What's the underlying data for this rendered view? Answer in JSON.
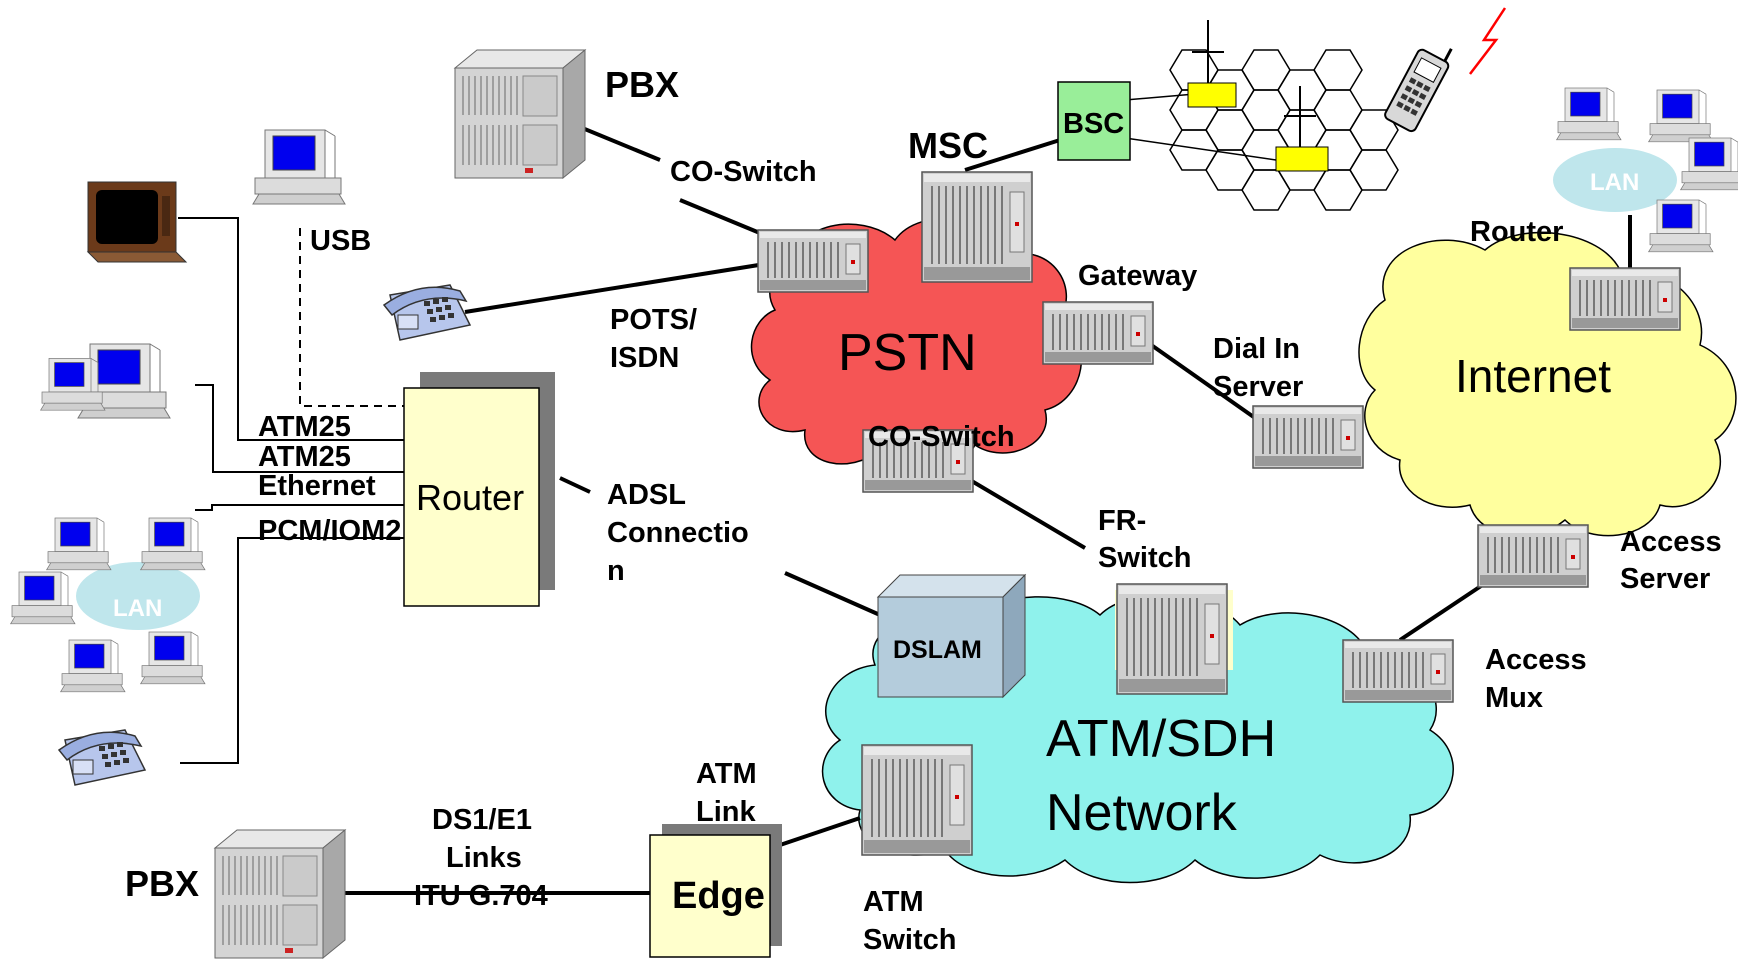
{
  "colors": {
    "pstn_cloud": "#f55555",
    "atm_cloud": "#8ff2ec",
    "internet_cloud": "#ffff9e",
    "router_box": "#ffffcc",
    "bsc_box": "#99ee99",
    "dslam_box": "#b4ccdc",
    "lan_ellipse": "#bfe6ec",
    "screen_blue": "#0000ee",
    "cell_yellow": "#ffff00",
    "lightning_red": "#ff0000"
  },
  "clouds": {
    "pstn": "PSTN",
    "internet": "Internet",
    "atm_line1": "ATM/SDH",
    "atm_line2": "Network"
  },
  "labels": {
    "pbx_top": "PBX",
    "pbx_bottom": "PBX",
    "co_switch_top": "CO-Switch",
    "co_switch_mid": "CO-Switch",
    "msc": "MSC",
    "bsc": "BSC",
    "usb": "USB",
    "pots_line1": "POTS/",
    "pots_line2": "ISDN",
    "gateway": "Gateway",
    "dialin_line1": "Dial In",
    "dialin_line2": "Server",
    "router_right": "Router",
    "router_main": "Router",
    "atm25_a": "ATM25",
    "atm25_b": "ATM25",
    "ethernet": "Ethernet",
    "pcm_iom": "PCM/IOM2",
    "adsl_line1": "ADSL",
    "adsl_line2": "Connectio",
    "adsl_line3": "n",
    "fr_line1": "FR-",
    "fr_line2": "Switch",
    "access_server_line1": "Access",
    "access_server_line2": "Server",
    "access_mux_line1": "Access",
    "access_mux_line2": "Mux",
    "dslam": "DSLAM",
    "lan_left": "LAN",
    "lan_right": "LAN",
    "atm_link_line1": "ATM",
    "atm_link_line2": "Link",
    "ds1_line1": "DS1/E1",
    "ds1_line2": "Links",
    "ds1_line3": "ITU G.704",
    "edge": "Edge",
    "atm_switch_line1": "ATM",
    "atm_switch_line2": "Switch"
  }
}
